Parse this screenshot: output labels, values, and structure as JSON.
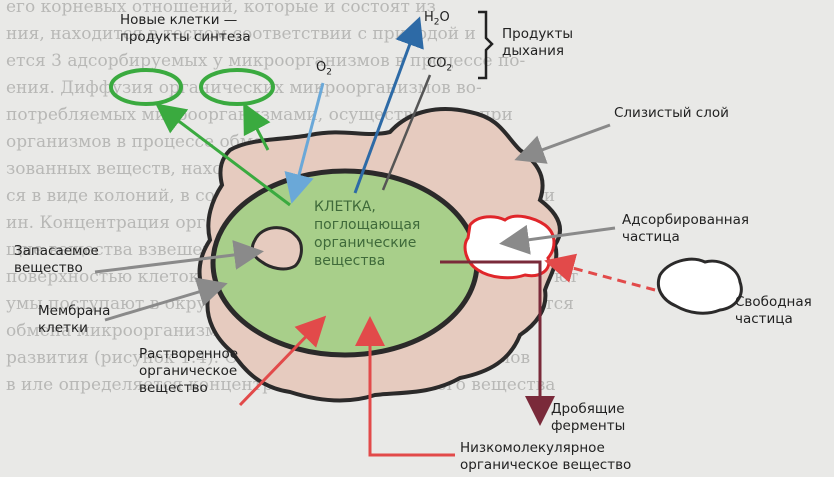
{
  "background_text": [
    "его корневых отношений, которые и состоят из",
    "ния, находится в тесном соответствии с природой и",
    "ется 3 адсорбируемых у микроорганизмов в процессе по-",
    "ения. Диффузия органических микроорганизмов во-",
    "потребляемых микроорганизмами, осуществляется при",
    "организмов в процессе обмена веществ с окружающей",
    "зованных веществ, находящихся в растворенном или",
    "ся в виде колоний, в составе их и на поверхности биопленки",
    "ин. Концентрация органических веществ в водной среде",
    "щие вещества взвешенные и растворенные сорбируются",
    "поверхностью клеток. При этом микроорганизмы синтезируют",
    "умы поступают в окружающую среду, в которой растворяются",
    "обмена микроорганизмов в водной экосистеме. Скоро-",
    "развития (рисунок 1.4). Скорость роста микроорганизмов",
    "в иле определяется концентрацией органического вещества"
  ],
  "labels": {
    "new_cells": "Новые клетки —\nпродукты синтеза",
    "o2": "O",
    "o2_sub": "2",
    "h2o_h": "H",
    "h2o_sub": "2",
    "h2o_o": "O",
    "co2_c": "CO",
    "co2_sub": "2",
    "resp_products": "Продукты\nдыхания",
    "mucus_layer": "Слизистый слой",
    "cell": "КЛЕТКА,\nпоглощающая\nорганические\nвещества",
    "adsorbed": "Адсорбированная\nчастица",
    "stored": "Запасаемое\nвещество",
    "membrane": "Мембрана\nклетки",
    "free_particle": "Свободная\nчастица",
    "dissolved": "Растворенное\nорганическое\nвещество",
    "enzymes": "Дробящие\nферменты",
    "lowmol": "Низкомолекулярное\nорганическое вещество"
  },
  "colors": {
    "slime_fill": "#e6cbbf",
    "cell_fill": "#a8cf8a",
    "outline": "#2b2a2a",
    "green": "#3aaa3f",
    "blue_o2": "#6aa8d8",
    "blue_h2o": "#2d6aa6",
    "gray_arrow": "#8a8a8a",
    "red": "#e24a4a",
    "maroon": "#7a2a3a"
  }
}
